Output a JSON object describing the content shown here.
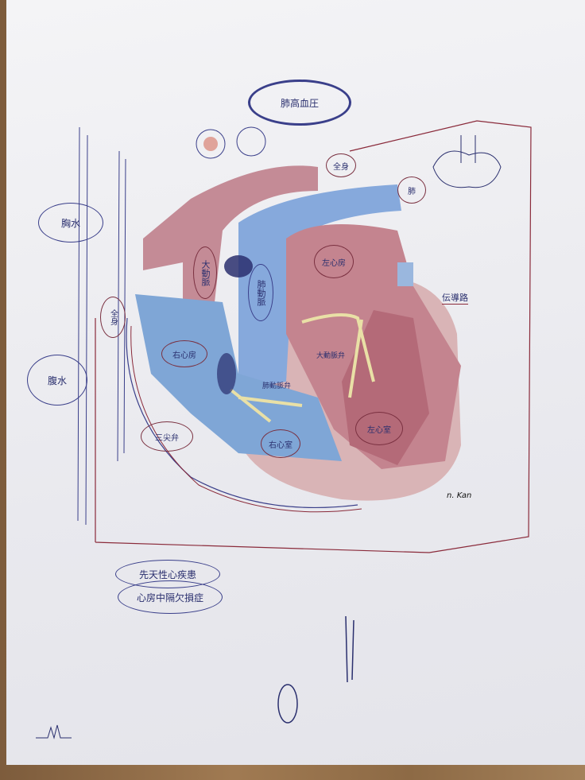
{
  "labels": {
    "title": "肺高血圧",
    "systemic": "全身",
    "lung": "肺",
    "pleural_effusion": "胸水",
    "ascites": "腹水",
    "aorta": "大動脈",
    "pulmonary_artery": "肺動脈",
    "left_atrium": "左心房",
    "right_atrium": "右心房",
    "conduction": "伝導路",
    "aortic_valve": "大動脈弁",
    "pulmonary_valve": "肺動脈弁",
    "tricuspid": "三尖弁",
    "right_ventricle": "右心室",
    "left_ventricle": "左心室",
    "body_left": "全身",
    "note1": "先天性心疾患",
    "note2": "心房中隔欠損症"
  },
  "signature": "n. Kan",
  "colors": {
    "ink_blue": "#2a2f6e",
    "ink_red": "#8a2a3a",
    "artery": "#c98c95",
    "vein": "#7fa6d6"
  }
}
